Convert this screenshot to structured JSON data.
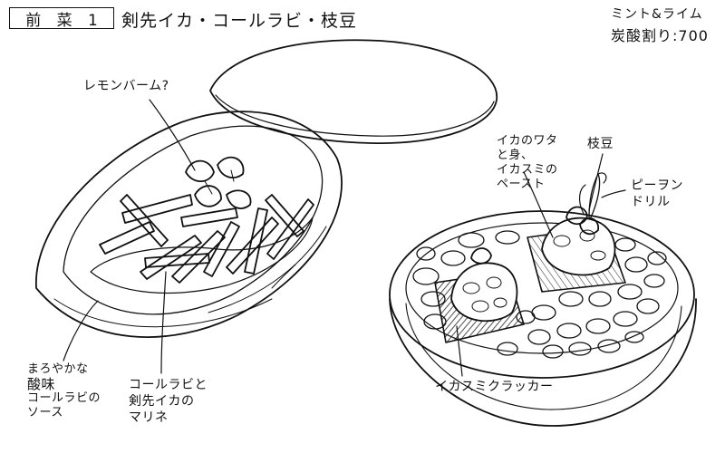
{
  "title": {
    "course_label": "前 菜 1",
    "dish_name": "剣先イカ・コールラビ・枝豆"
  },
  "drink": {
    "line1": "ミント&ライム",
    "line2": "炭酸割り:700"
  },
  "labels": {
    "lemon_balm": "レモンバーム?",
    "sauce_line1": "まろやかな",
    "sauce_line2": "酸味",
    "sauce_line3": "コールラビの",
    "sauce_line4": "ソース",
    "marinade_line1": "コールラビと",
    "marinade_line2": "剣先イカの",
    "marinade_line3": "マリネ",
    "paste_line1": "イカのワタ",
    "paste_line2": "と身、",
    "paste_line3": "イカスミの",
    "paste_line4": "ペースト",
    "edamame": "枝豆",
    "pea_shoot_line1": "ピーヲン",
    "pea_shoot_line2": "ドリル",
    "cracker": "イカスミクラッカー"
  },
  "colors": {
    "ink": "#111111",
    "paper": "#ffffff"
  }
}
